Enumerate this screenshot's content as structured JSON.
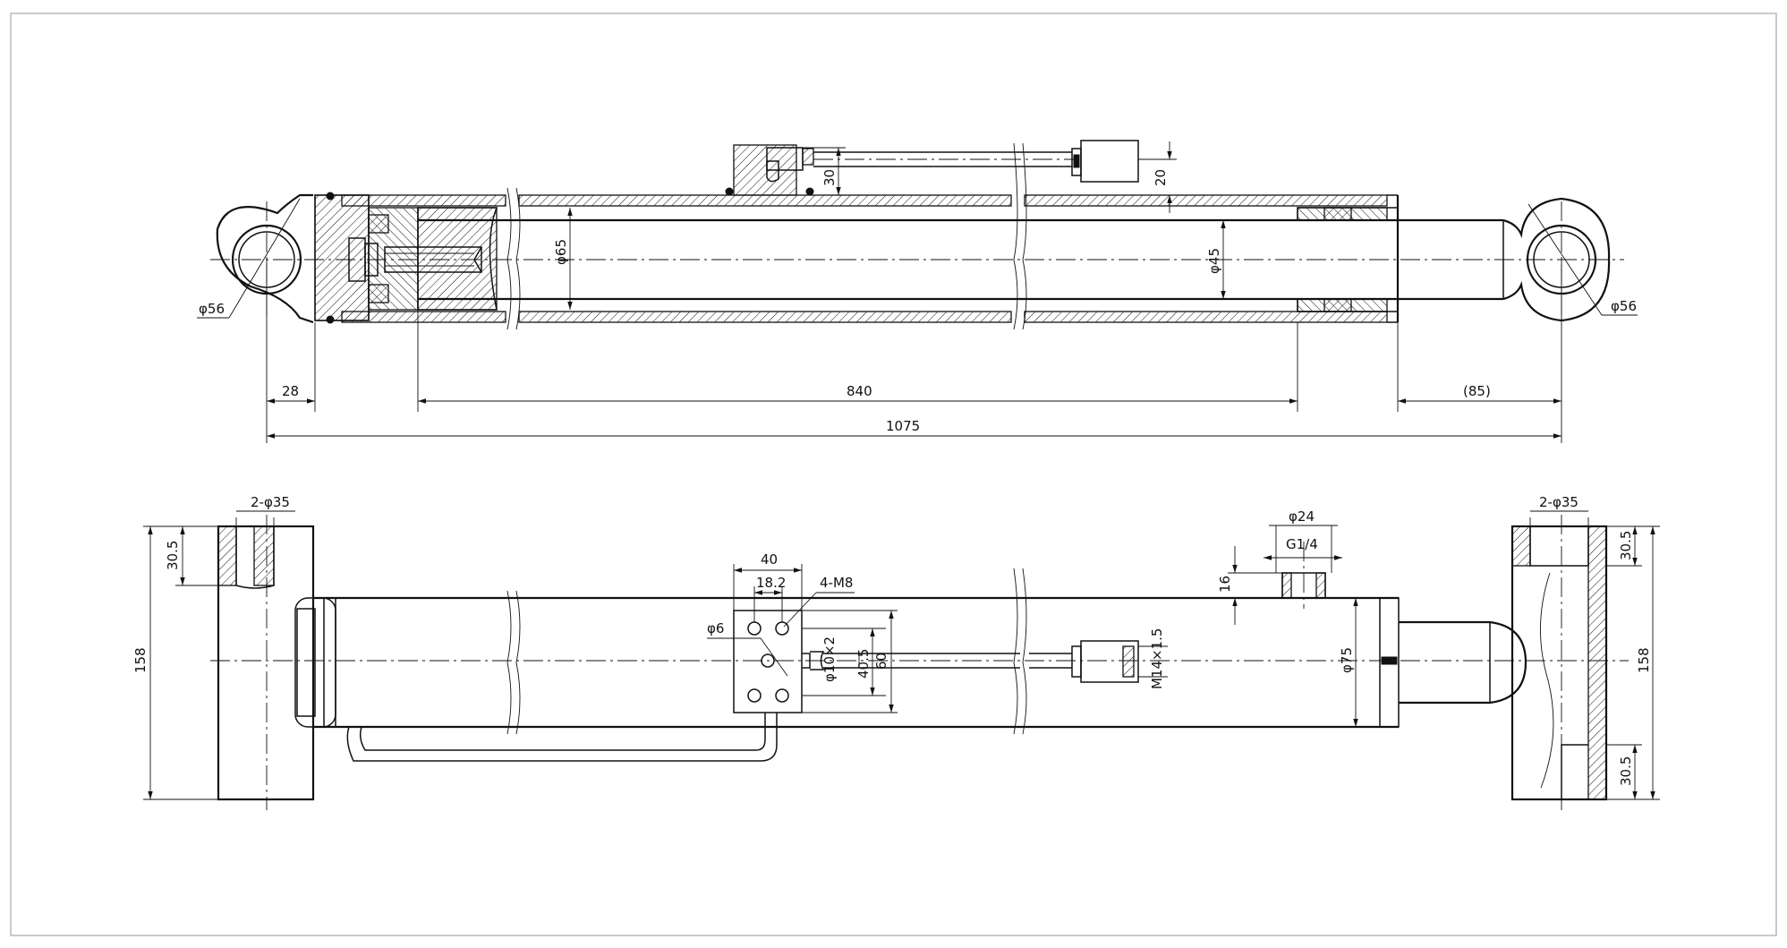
{
  "top_view": {
    "dim_rod_eye_left": "φ56",
    "dim_rod_eye_right": "φ56",
    "dim_bore": "φ65",
    "dim_rod": "φ45",
    "dim_port_height": "30",
    "dim_port_offset": "20",
    "dim_left_offset": "28",
    "dim_stroke": "840",
    "dim_right_offset": "(85)",
    "dim_total": "1075"
  },
  "bottom_view": {
    "dim_left_holes": "2-φ35",
    "dim_right_holes": "2-φ35",
    "dim_left_height": "158",
    "dim_right_height": "158",
    "dim_left_top": "30.5",
    "dim_right_top": "30.5",
    "dim_right_bottom": "30.5",
    "dim_block_width": "40",
    "dim_block_hole_spacing": "18.2",
    "dim_block_thread": "4-M8",
    "dim_block_port": "φ6",
    "dim_oring": "φ10×2",
    "dim_block_inner": "40.5",
    "dim_block_height": "60",
    "dim_fitting_thread": "M14×1.5",
    "dim_port_dia": "φ24",
    "dim_port_thread": "G1/4",
    "dim_port_depth": "16",
    "dim_barrel_od": "φ75"
  }
}
